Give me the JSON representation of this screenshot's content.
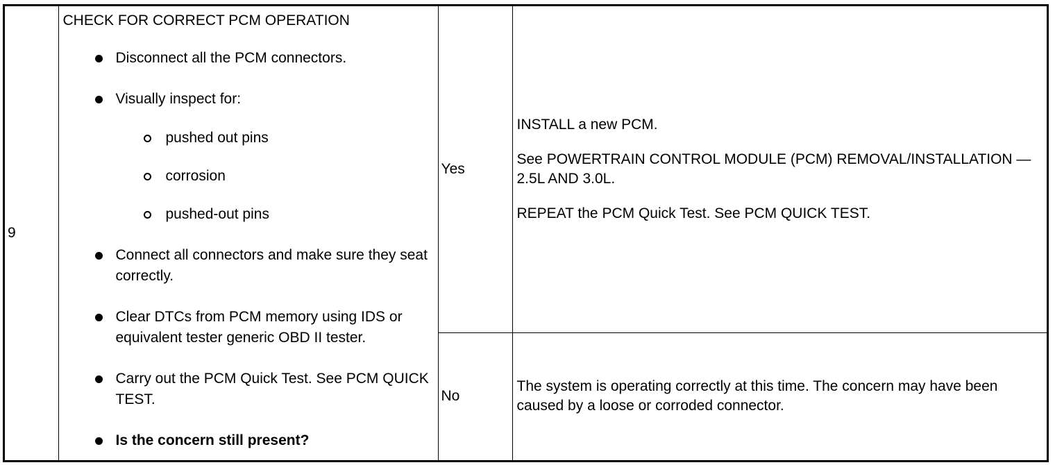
{
  "step_number": "9",
  "instructions": {
    "title": "CHECK FOR CORRECT PCM OPERATION",
    "bullets": [
      {
        "text": "Disconnect all the PCM connectors."
      },
      {
        "text": "Visually inspect for:",
        "sub": [
          "pushed out pins",
          "corrosion",
          "pushed-out pins"
        ]
      },
      {
        "text": "Connect all connectors and make sure they seat correctly."
      },
      {
        "text": "Clear DTCs from PCM memory using IDS or equivalent tester generic OBD II tester."
      },
      {
        "text": "Carry out the PCM Quick Test. See PCM QUICK TEST."
      },
      {
        "text": "Is the concern still present?"
      }
    ]
  },
  "results": [
    {
      "answer": "Yes",
      "actions": [
        "INSTALL a new PCM.",
        "See POWERTRAIN CONTROL MODULE (PCM) REMOVAL/INSTALLATION — 2.5L AND 3.0L.",
        "REPEAT the PCM Quick Test. See PCM QUICK TEST."
      ]
    },
    {
      "answer": "No",
      "actions": [
        "The system is operating correctly at this time. The concern may have been caused by a loose or corroded connector."
      ]
    }
  ]
}
